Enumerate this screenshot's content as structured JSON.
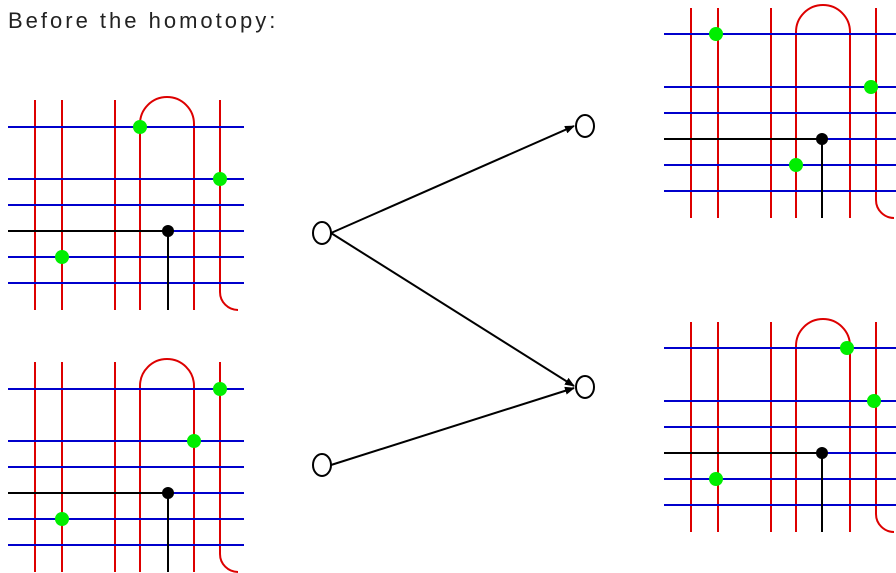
{
  "title": "Before the homotopy:",
  "colors": {
    "vertical_line": "#dd0000",
    "horizontal_line": "#0000cc",
    "marker": "#00ee00",
    "node": "#000000"
  },
  "diagrams": [
    {
      "id": "left-top"
    },
    {
      "id": "left-bottom"
    },
    {
      "id": "right-top"
    },
    {
      "id": "right-bottom"
    }
  ],
  "graph": {
    "nodes": [
      "left-source-top",
      "left-source-bottom",
      "right-target-top",
      "right-target-bottom"
    ],
    "edges": [
      {
        "from": "left-source-top",
        "to": "right-target-top"
      },
      {
        "from": "left-source-top",
        "to": "right-target-bottom"
      },
      {
        "from": "left-source-bottom",
        "to": "right-target-bottom"
      }
    ]
  }
}
